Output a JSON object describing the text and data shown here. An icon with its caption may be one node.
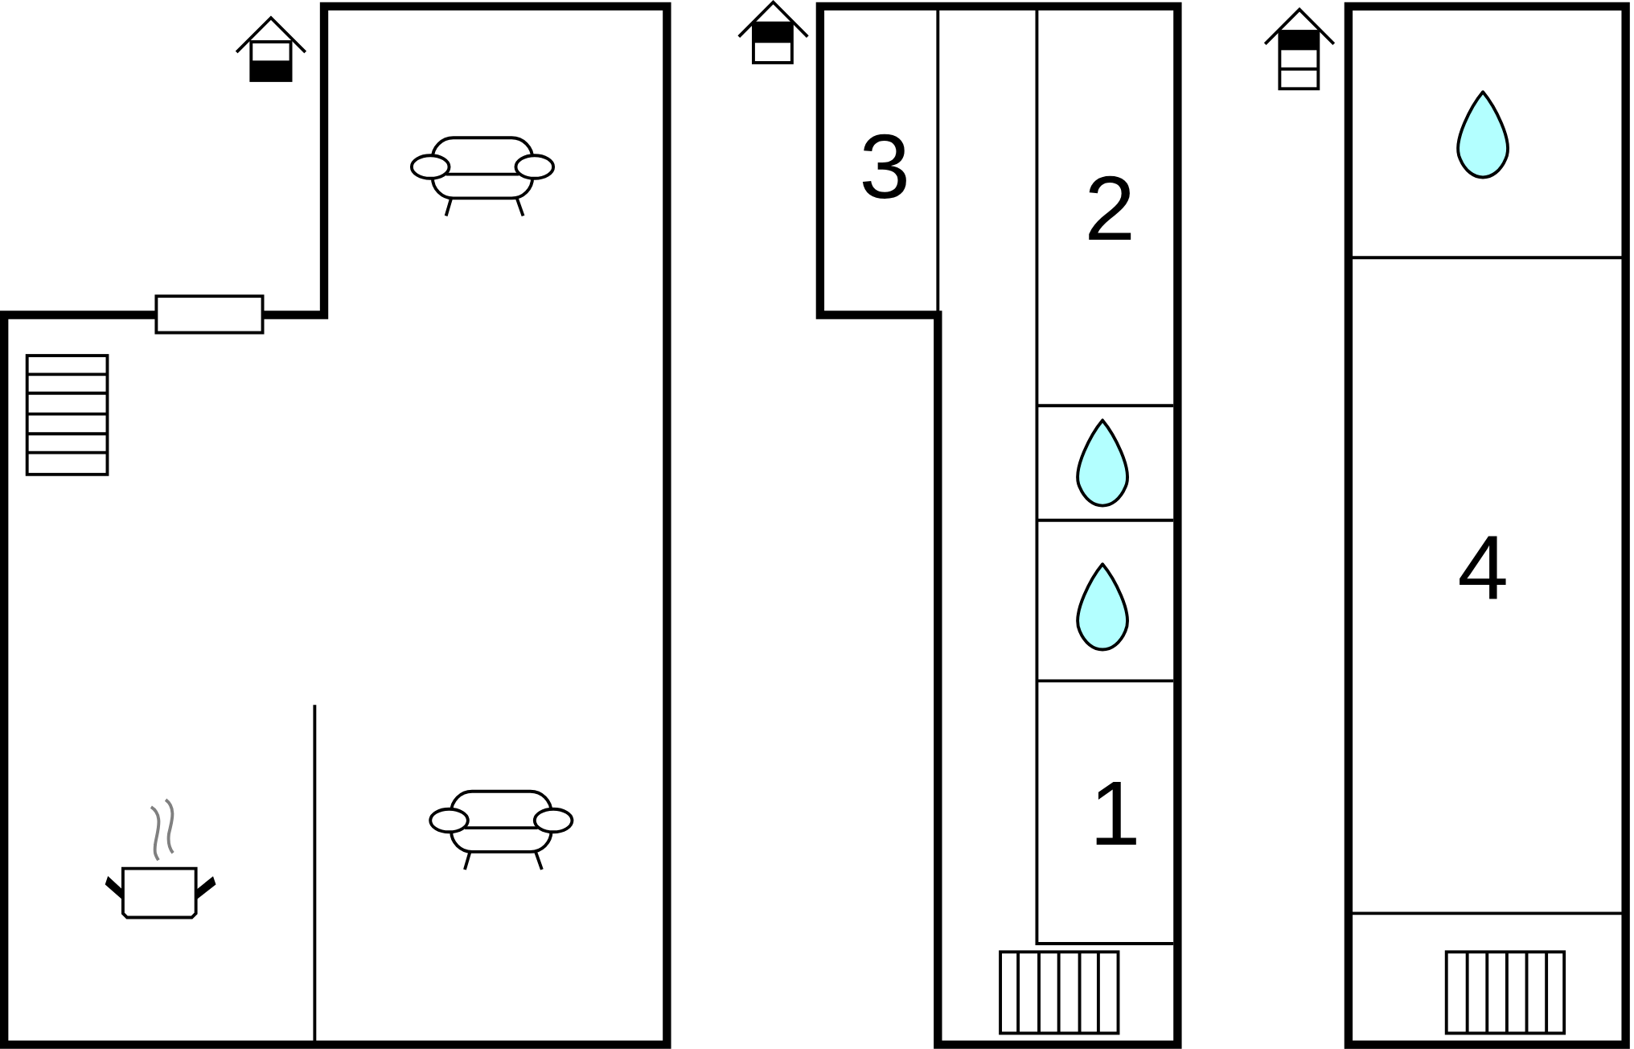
{
  "diagram": {
    "labels": [
      "3",
      "2",
      "1",
      "4"
    ]
  }
}
